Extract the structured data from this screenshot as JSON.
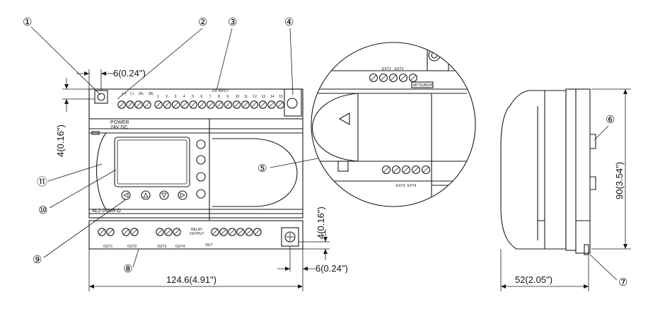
{
  "callouts": [
    "①",
    "②",
    "③",
    "④",
    "⑤",
    "⑥",
    "⑦",
    "⑧",
    "⑨",
    "⑩",
    "⑪"
  ],
  "dimensions": {
    "top_offset": "6(0.24\")",
    "left_vertical": "4(0.16\")",
    "right_vertical": "4(0.16\")",
    "bottom_right": "6(0.24\")",
    "width_front": "124.6(4.91\")",
    "depth_side": "52(2.05\")",
    "height_side": "90(3.54\")"
  },
  "device": {
    "power_label": "POWER",
    "power_sub": "24V DC",
    "model": "AL2-24MR-D",
    "relay_label": "RELAY",
    "output_label": "OUTPUT",
    "input_label": "DC INPUT",
    "out_terminal_label": "OUT",
    "terminal_labels": [
      "(+)",
      "(-)",
      "(A)",
      "(B)"
    ],
    "input_numbers": [
      "1",
      "2",
      "3",
      "4",
      "5",
      "6",
      "7",
      "8",
      "9",
      "10",
      "11",
      "12",
      "13",
      "14",
      "15"
    ],
    "out_labels": [
      "OUT1",
      "OUT2",
      "OUT3",
      "OUT4"
    ],
    "brand_mark": "MITSUBISHI",
    "detail_top_labels": [
      "EXT1",
      "EXT2"
    ],
    "detail_bottom_labels": [
      "EXT3",
      "EXT4"
    ]
  },
  "colors": {
    "line": "#1a1a1a",
    "background": "#ffffff"
  }
}
